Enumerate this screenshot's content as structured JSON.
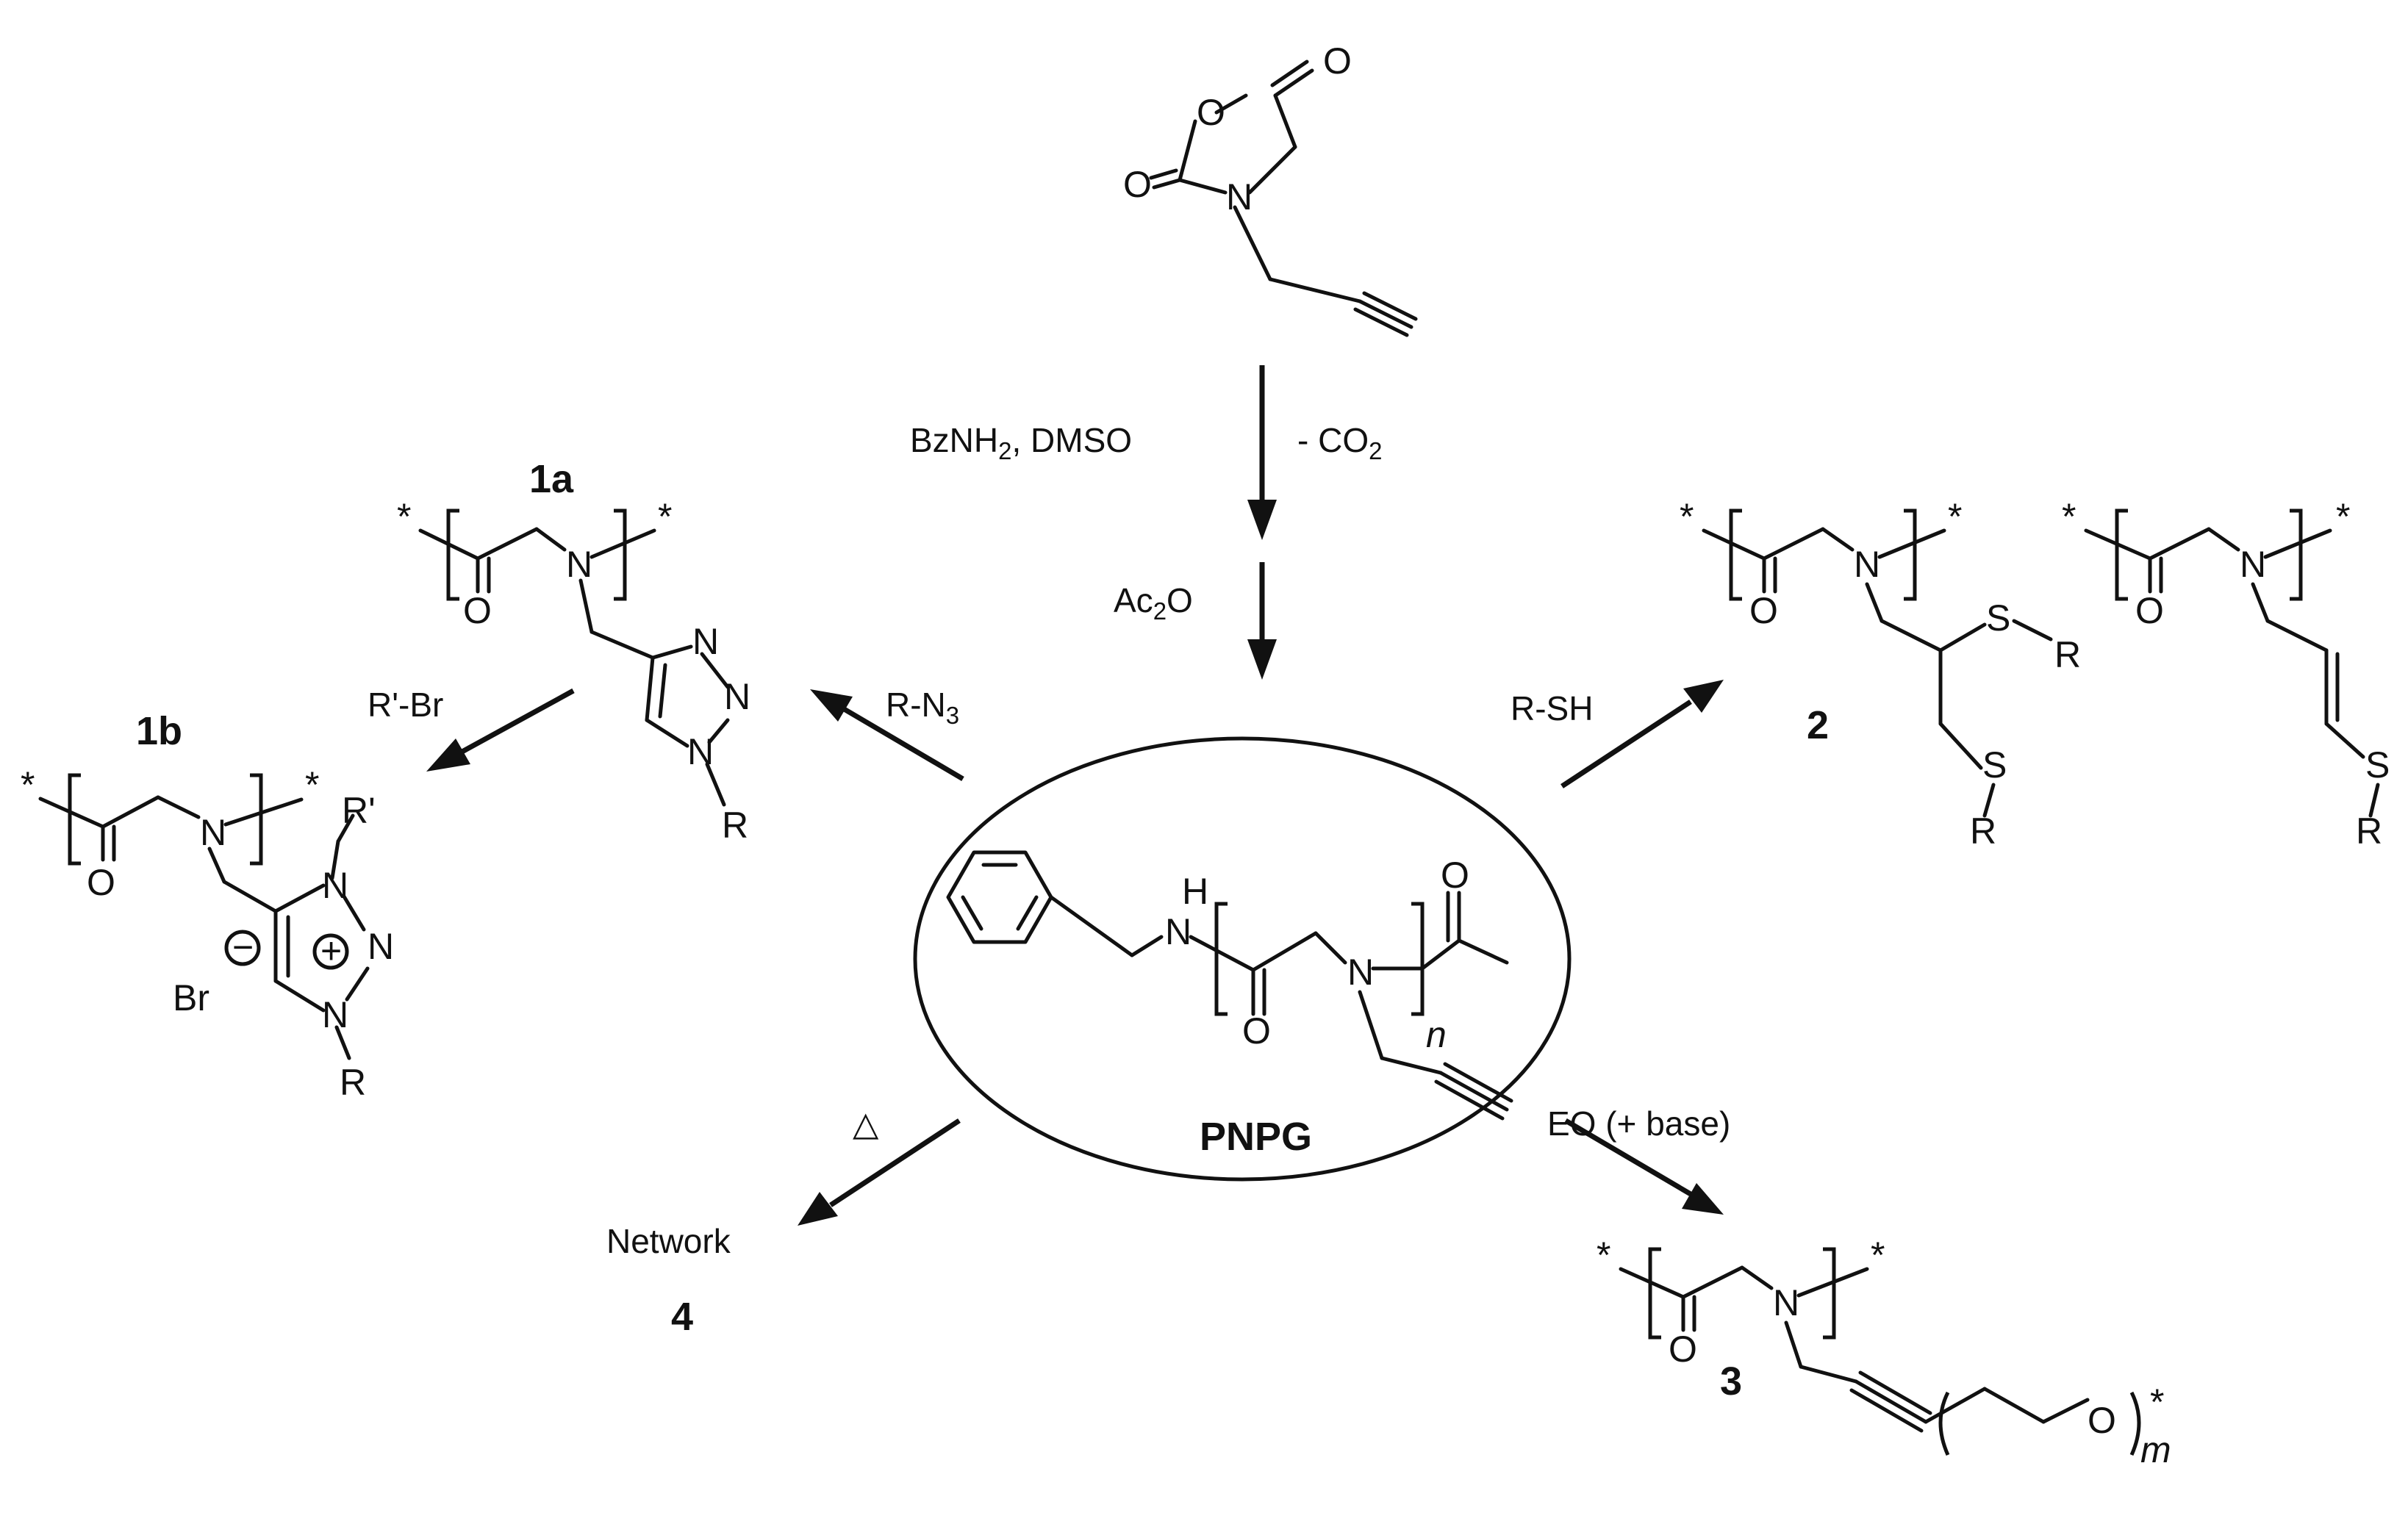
{
  "atoms": {
    "O": "O",
    "N": "N",
    "H": "H",
    "S": "S",
    "R": "R",
    "R_prime": "R'",
    "Br": "Br",
    "star": "*",
    "plus": "+",
    "minus": "−",
    "poly_n": "n",
    "poly_m": "m"
  },
  "reagents": {
    "bz_main": "BzNH",
    "bz_sub": "2",
    "bz_tail": ", DMSO",
    "co2_main": "- CO",
    "co2_sub": "2",
    "ac_main": "Ac",
    "ac_sub": "2",
    "ac_tail": "O",
    "rn3_main": "R-N",
    "rn3_sub": "3",
    "rsh": "R-SH",
    "rbr": "R'-Br",
    "eo": "EO (+ base)",
    "heat": "△"
  },
  "labels": {
    "pnpg": "PNPG",
    "c1a": "1a",
    "c1b": "1b",
    "c2": "2",
    "c3": "3",
    "c4": "4",
    "network": "Network"
  }
}
